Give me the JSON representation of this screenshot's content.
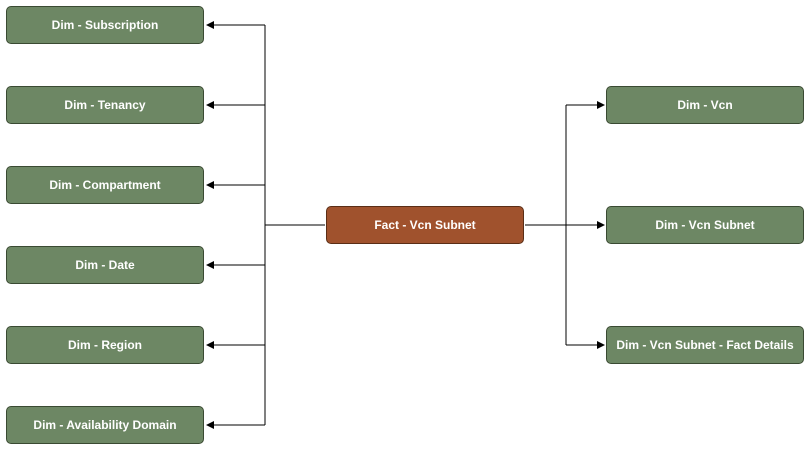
{
  "diagram": {
    "fact": {
      "label": "Fact - Vcn Subnet",
      "color": "#a0522d"
    },
    "left_dims": [
      {
        "label": "Dim - Subscription"
      },
      {
        "label": "Dim - Tenancy"
      },
      {
        "label": "Dim - Compartment"
      },
      {
        "label": "Dim - Date"
      },
      {
        "label": "Dim - Region"
      },
      {
        "label": "Dim - Availability Domain"
      }
    ],
    "right_dims": [
      {
        "label": "Dim - Vcn"
      },
      {
        "label": "Dim - Vcn Subnet"
      },
      {
        "label": "Dim - Vcn Subnet - Fact Details"
      }
    ],
    "dim_color": "#6d8764",
    "connector_color": "#000000"
  }
}
